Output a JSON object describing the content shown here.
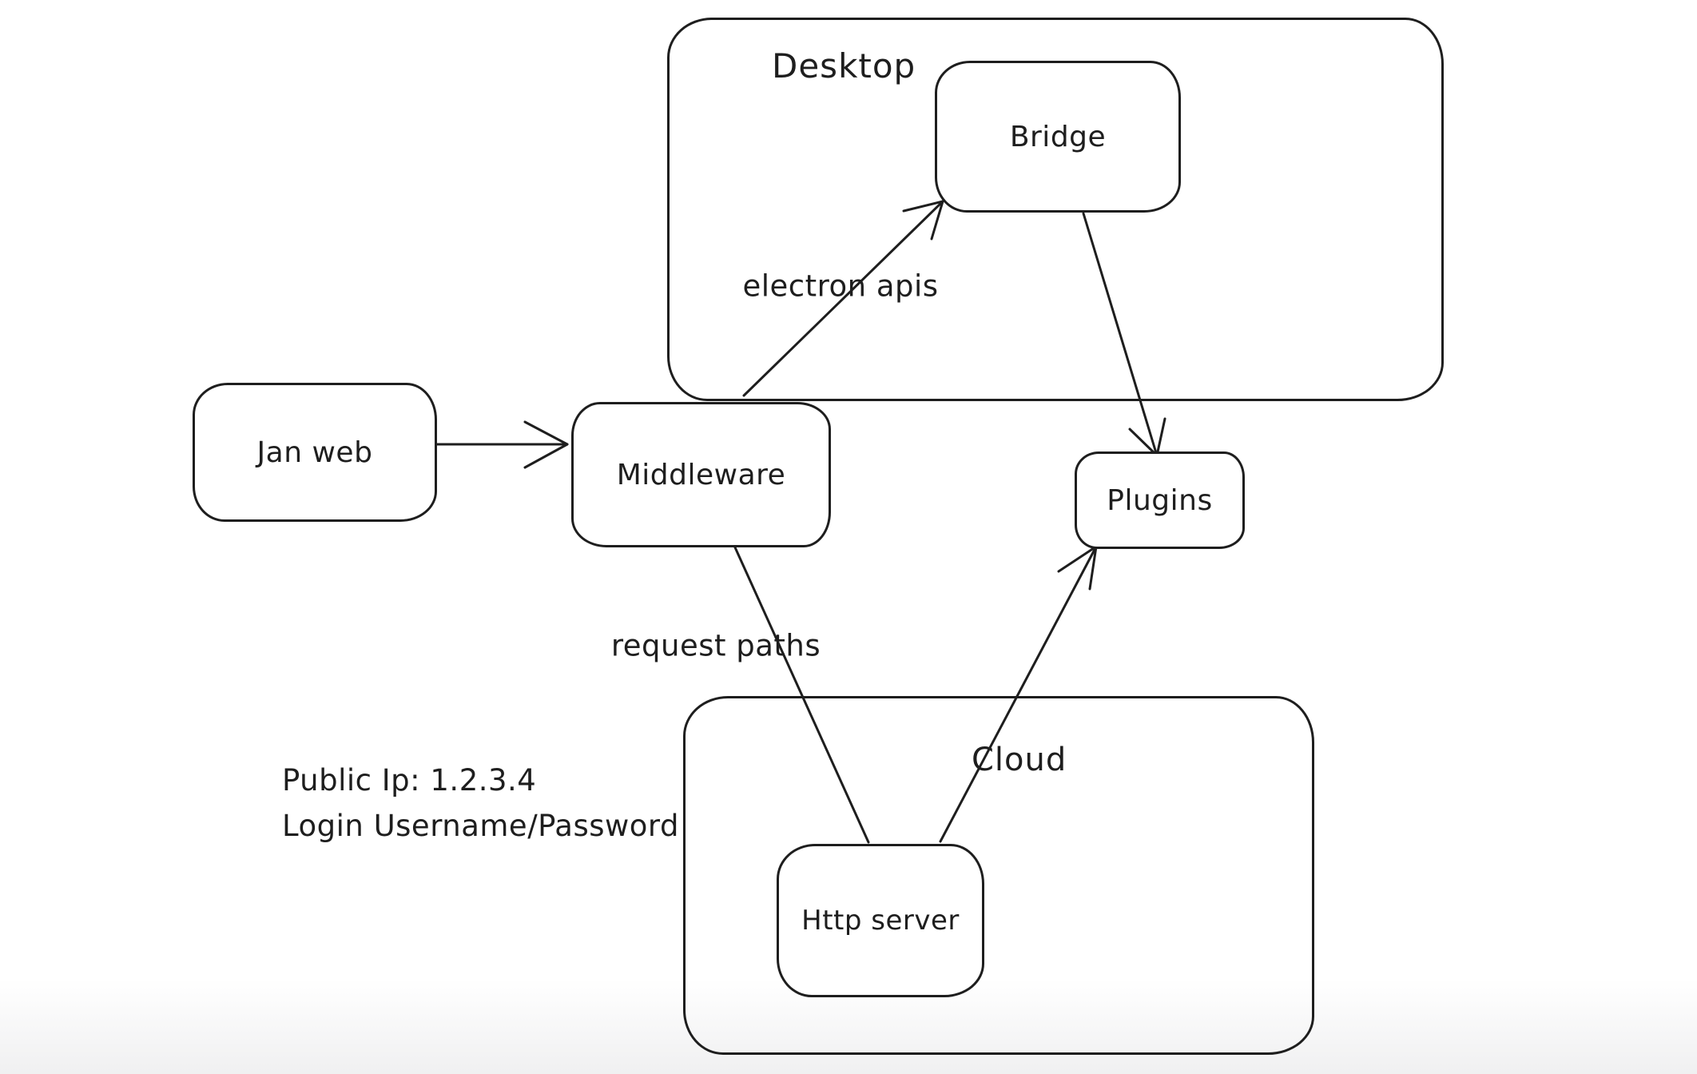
{
  "diagram": {
    "type": "flow-diagram",
    "style": "hand-drawn-whiteboard"
  },
  "colors": {
    "stroke": "#1e1e1e",
    "background": "#ffffff",
    "bottom_fade": "#f0f0f1"
  },
  "containers": {
    "desktop": {
      "label": "Desktop"
    },
    "cloud": {
      "label": "Cloud"
    }
  },
  "nodes": {
    "jan_web": {
      "label": "Jan web"
    },
    "middleware": {
      "label": "Middleware"
    },
    "bridge": {
      "label": "Bridge"
    },
    "plugins": {
      "label": "Plugins"
    },
    "http_server": {
      "label": "Http server"
    }
  },
  "edges": [
    {
      "from": "jan_web",
      "to": "middleware",
      "label": "",
      "arrowhead": "end"
    },
    {
      "from": "middleware",
      "to": "bridge",
      "label": "electron apis",
      "arrowhead": "end"
    },
    {
      "from": "bridge",
      "to": "plugins",
      "label": "",
      "arrowhead": "end"
    },
    {
      "from": "middleware",
      "to": "http_server",
      "label": "request paths",
      "arrowhead": "none"
    },
    {
      "from": "http_server",
      "to": "plugins",
      "label": "",
      "arrowhead": "end"
    }
  ],
  "annotation": {
    "line1": "Public Ip: 1.2.3.4",
    "line2": "Login Username/Password"
  }
}
